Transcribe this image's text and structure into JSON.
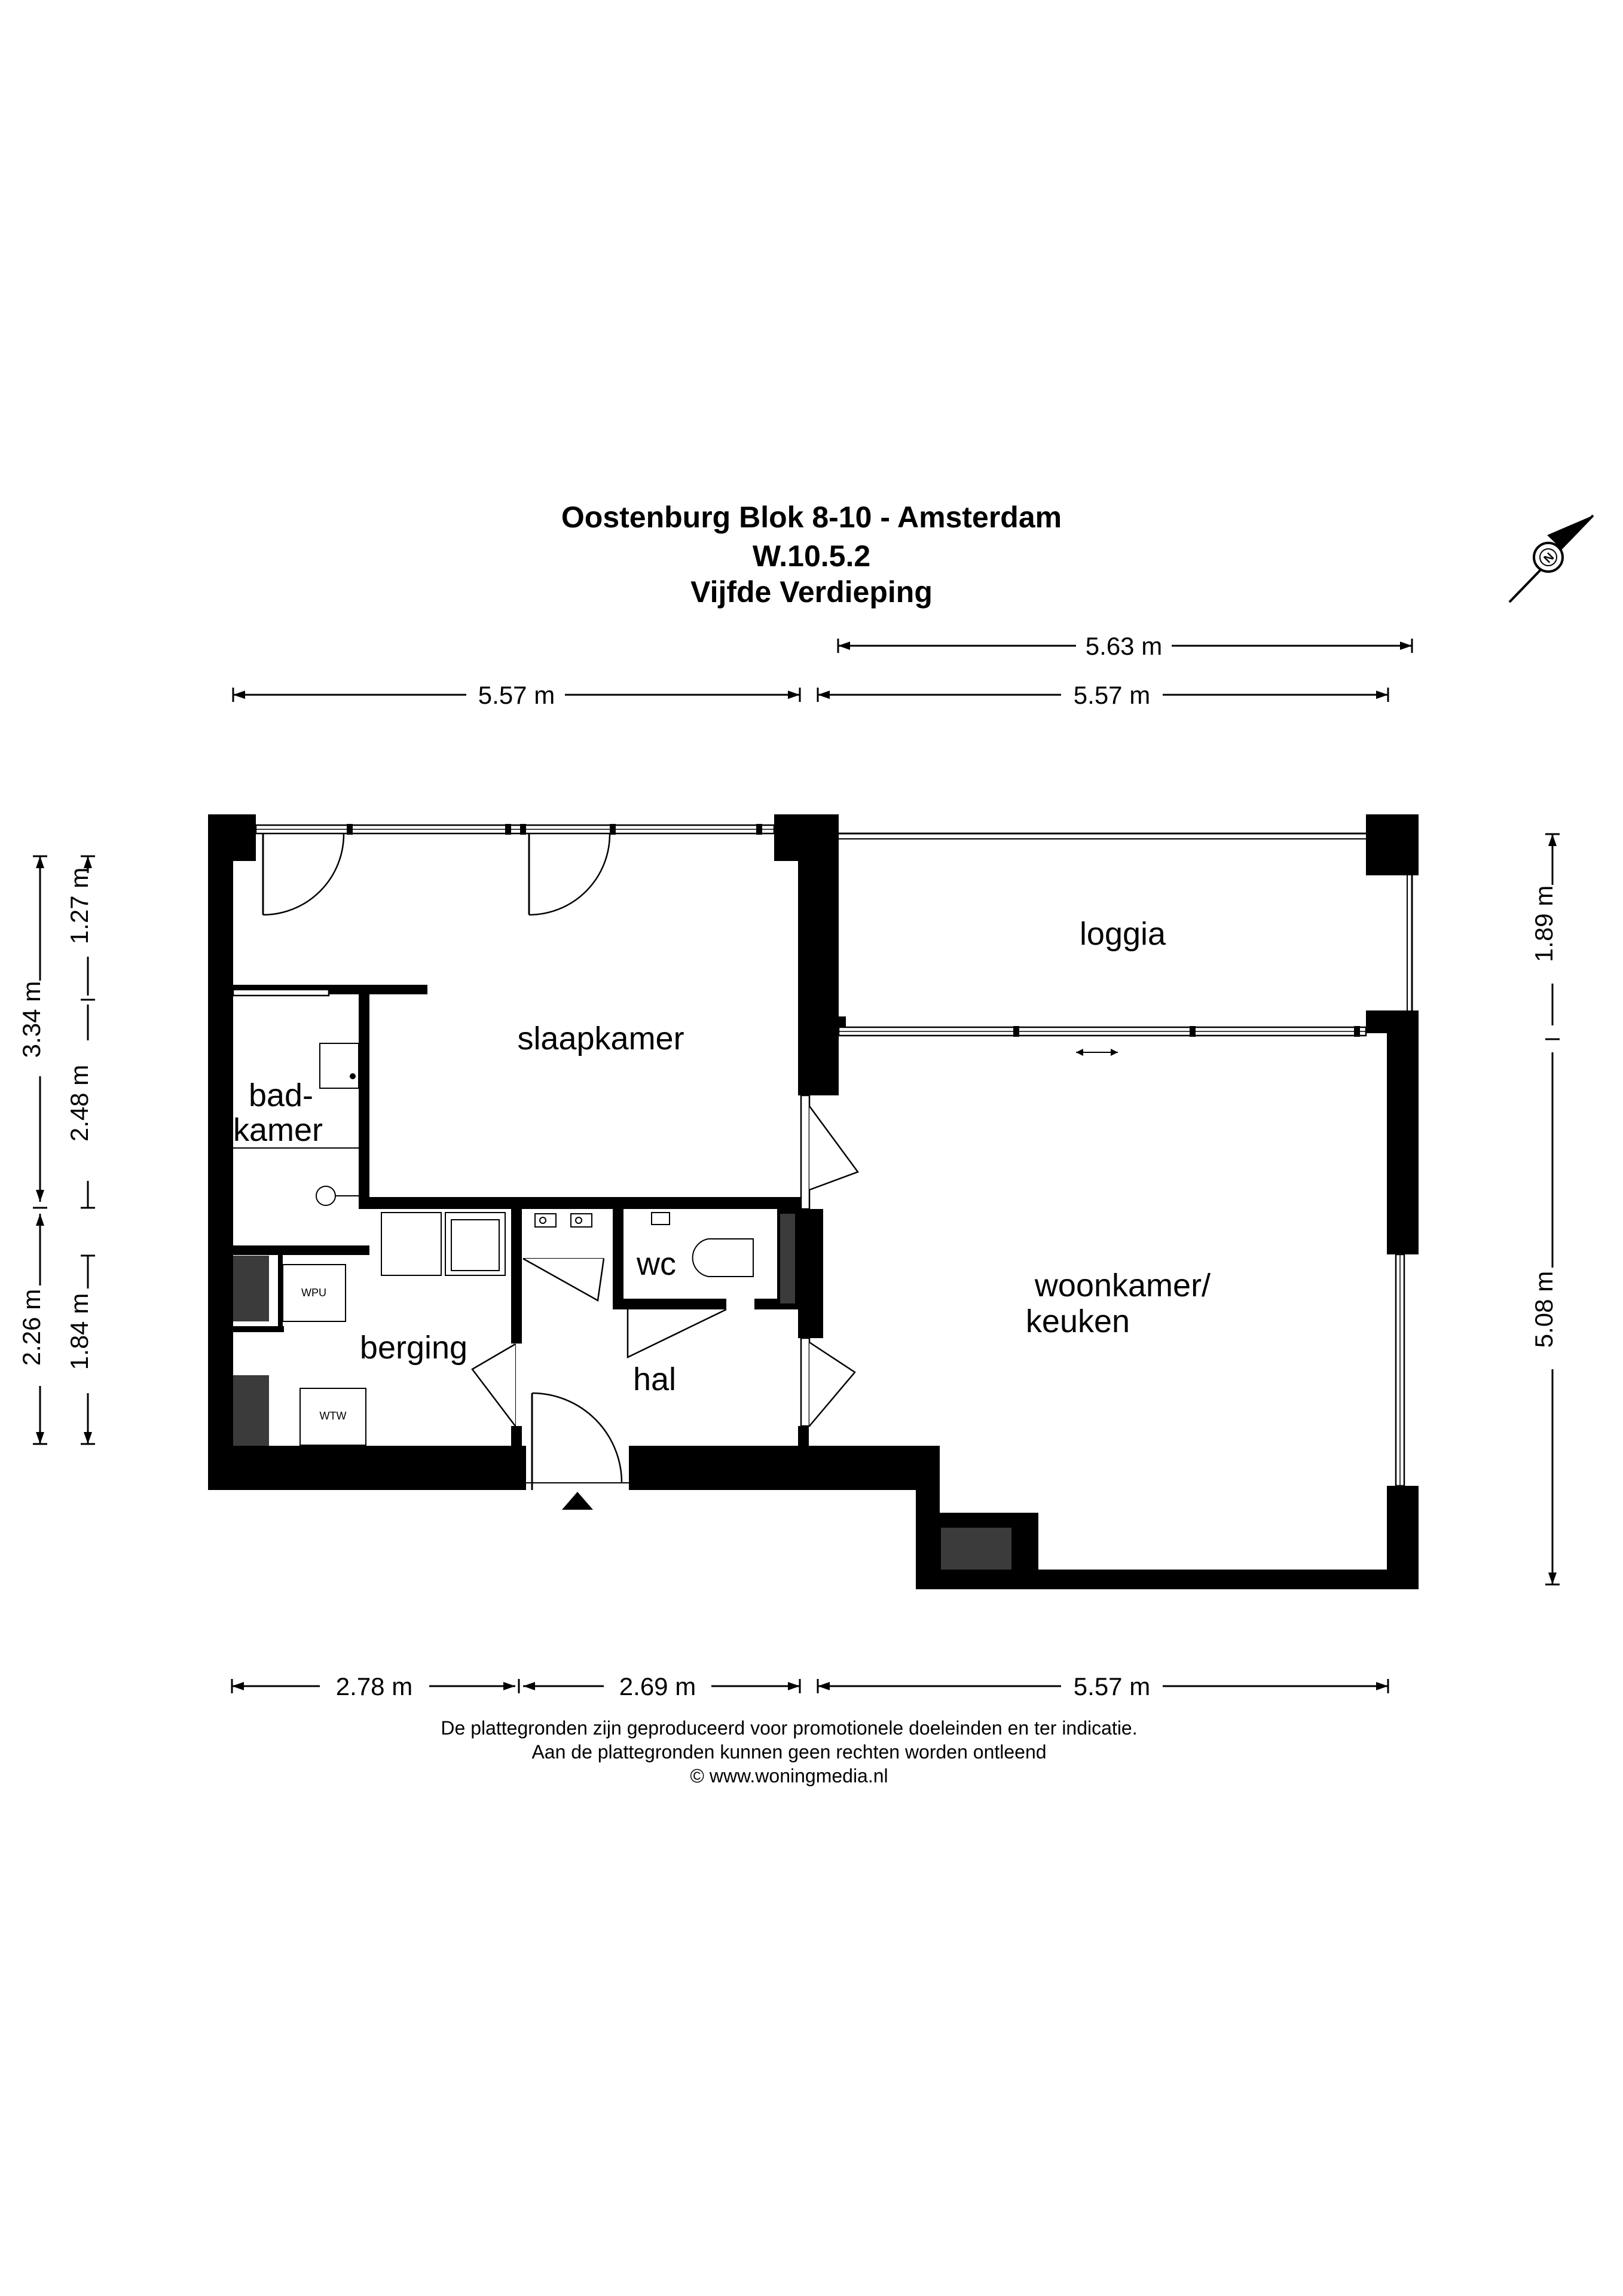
{
  "header": {
    "line1": "Oostenburg Blok 8-10 - Amsterdam",
    "line2": "W.10.5.2",
    "line3": "Vijfde Verdieping"
  },
  "compass": {
    "icon": "north-arrow-icon",
    "letter": "N"
  },
  "rooms": {
    "slaapkamer": "slaapkamer",
    "loggia": "loggia",
    "badkamer_1": "bad-",
    "badkamer_2": "kamer",
    "berging": "berging",
    "wc": "wc",
    "hal": "hal",
    "woonkamer_1": "woonkamer/",
    "woonkamer_2": "keuken"
  },
  "fixtures": {
    "wpu": "WPU",
    "wtw": "WTW"
  },
  "dimensions": {
    "top_upper": "5.63 m",
    "top_left": "5.57 m",
    "top_right": "5.57 m",
    "left_outer_top": "3.34 m",
    "left_outer_bottom": "2.26 m",
    "left_inner_1": "1.27 m",
    "left_inner_2": "2.48 m",
    "left_inner_3": "1.84 m",
    "right_top": "1.89 m",
    "right_bottom": "5.08 m",
    "bottom_1": "2.78 m",
    "bottom_2": "2.69 m",
    "bottom_3": "5.57 m"
  },
  "footer": {
    "line1": "De plattegronden zijn geproduceerd voor promotionele doeleinden en ter indicatie.",
    "line2": "Aan de plattegronden kunnen geen rechten worden ontleend",
    "line3": "© www.woningmedia.nl"
  }
}
